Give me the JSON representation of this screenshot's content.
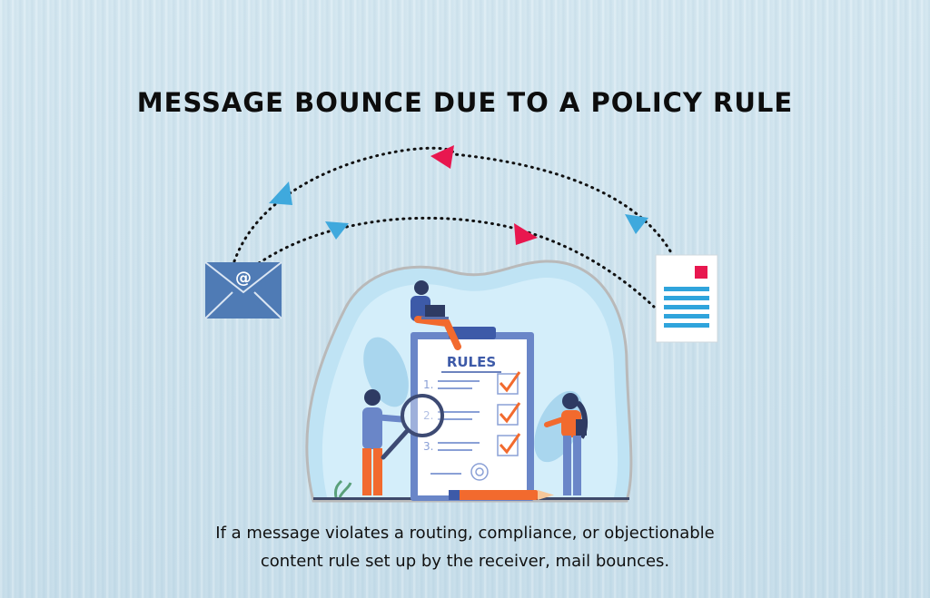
{
  "title": "MESSAGE BOUNCE DUE TO A POLICY RULE",
  "caption": {
    "line1": "If a message violates a routing, compliance, or objectionable",
    "line2": "content rule set up by the receiver, mail bounces."
  },
  "envelope": {
    "symbol": "@"
  },
  "clipboard": {
    "heading": "RULES",
    "items": [
      "1.",
      "2.",
      "3."
    ]
  },
  "colors": {
    "arrow_blue": "#3fa9dd",
    "arrow_red": "#e8174f",
    "envelope": "#4f7bb5",
    "document_accent": "#e8174f",
    "document_lines": "#2fa4dc",
    "check": "#f26a2e"
  }
}
